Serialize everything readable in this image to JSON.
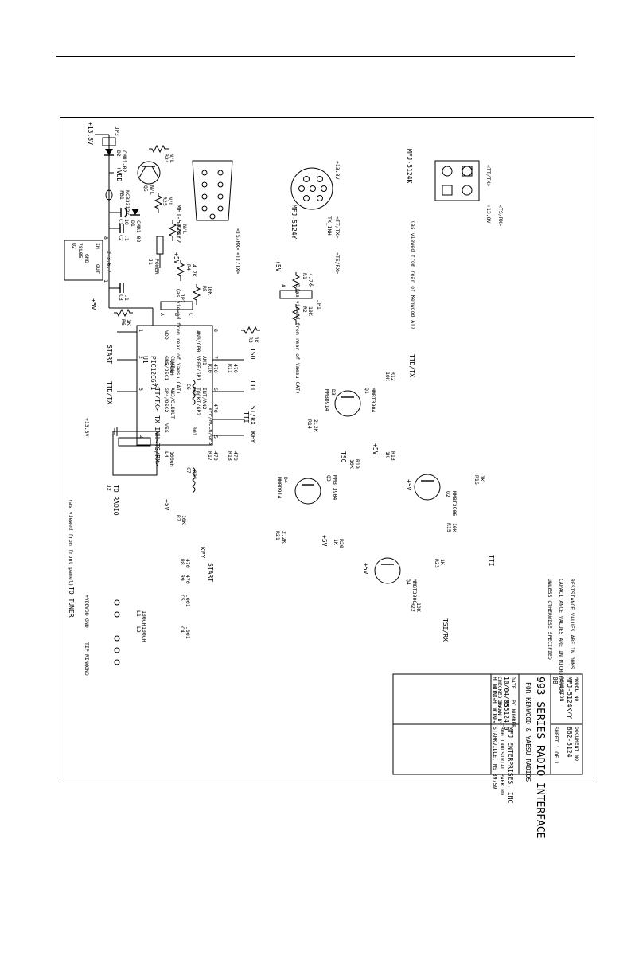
{
  "title_block": {
    "model_no_label": "MODEL NO",
    "model_no": "MFJ-5124K/Y",
    "revision_label": "REVISION",
    "revision": "0B",
    "doc_no_label": "DOCUMENT NO",
    "doc_no": "862-5124",
    "sheet": "SHEET 1 OF 1",
    "title_line1": "993 SERIES RADIO INTERFACE",
    "title_line2": "FOR KENWOOD & YAESU RADIOS",
    "date_label": "DATE",
    "date": "10/04/05",
    "pc_number_label": "PC NUMBER",
    "pc_number": "MS5124_0",
    "checked_label": "CHECKED BY",
    "checked_by": "H WONG",
    "drawn_label": "DRAWN BY",
    "drawn_by": "H WONG",
    "company_line1": "MFJ ENTERPRISES, INC",
    "company_line2": "300 INDUSTRIAL PARK RD",
    "company_line3": "STARKVILLE, MS 39759"
  },
  "notes": [
    "RESISTANCE VALUES ARE IN OHMS",
    "CAPACITANCE VALUES ARE IN MICROFARADS",
    "UNLESS OTHERWISE SPECIFIED"
  ],
  "connectors": {
    "kenwood_title": "MFJ-5124K",
    "kenwood_view": "(as viewed from rear of Kenwood AT)",
    "yaesu_din_title": "MFJ-5124Y",
    "yaesu_din_view": "(as viewed from rear of Yaesu CAT)",
    "yaesu_db9_title": "MFJ-5124Y2",
    "yaesu_db9_view": "(as viewed from rear of Yaesu CAT)",
    "radio_jack": "TO RADIO",
    "radio_jack_ref": "J2",
    "radio_jack_view": "(as viewed from front panel)",
    "power_jack": "POWER",
    "power_jack_ref": "J1"
  },
  "tuner": {
    "header": "TO TUNER",
    "pins": [
      "+VDD",
      "VDD",
      "GND",
      "TIP",
      "RING",
      "GND"
    ]
  },
  "mcu": {
    "ref": "U1",
    "part": "PIC12C671",
    "pin_vdd": "VDD",
    "pin_gp5": "GP5/OSC1",
    "pin_gp5b": "CLKIN",
    "pin_gp4": "GP4/OSC2",
    "pin_gp4b": "AN3/CLKOUT",
    "pin_vss": "VSS",
    "pin_an0": "AN0/GP0",
    "pin_vref": "VREF/GP1",
    "pin_vref_b": "AN1",
    "pin_tock": "TOCKI/GP2",
    "pin_tock_b": "INT/AN2",
    "pin_vpp": "VPP/MCLR/GP3",
    "pin_numbers": [
      "1",
      "2",
      "3",
      "4",
      "5",
      "6",
      "7",
      "8"
    ]
  },
  "regulator": {
    "ref": "U2",
    "part": "78L05",
    "in": "IN",
    "out": "OUT",
    "gnd": "GND",
    "pins": "2,3,6,7",
    "pin_in": "8",
    "pin_out": "1"
  },
  "signals": {
    "tso": "TSO",
    "tti": "TTI",
    "tsi_rx": "TSI/RX",
    "key": "KEY",
    "start": "START",
    "ttd_tx": "TTD/TX",
    "tx_inh": "TX_INH",
    "tt_tx": "<TT/TX>",
    "ts_rx": "<TS/RX>",
    "plus5v": "+5V",
    "plus13v": "+13.8V",
    "plusvdd": "+VDD"
  },
  "parts": {
    "r1": [
      "R1",
      "4.7K"
    ],
    "r2": [
      "R2",
      "10K"
    ],
    "r3": [
      "R3",
      "1K"
    ],
    "r4": [
      "R4",
      "4.7K"
    ],
    "r5": [
      "R5",
      "10K"
    ],
    "r6": [
      "R6",
      "1K"
    ],
    "r7": [
      "R7",
      "10K"
    ],
    "r8": [
      "R8",
      "470"
    ],
    "r9": [
      "R9",
      "470"
    ],
    "r10": [
      "R10",
      "470"
    ],
    "r11": [
      "R11",
      "470"
    ],
    "r12": [
      "R12",
      "10K"
    ],
    "r13": [
      "R13",
      "1K"
    ],
    "r14": [
      "R14",
      "2.2K"
    ],
    "r15": [
      "R15",
      "10K"
    ],
    "r16": [
      "R16",
      "1K"
    ],
    "r17": [
      "R17",
      "470"
    ],
    "r18": [
      "R18",
      "470"
    ],
    "r19": [
      "R19",
      "10K"
    ],
    "r20": [
      "R20",
      "1K"
    ],
    "r21": [
      "R21",
      "2.2K"
    ],
    "r22": [
      "R22",
      "10K"
    ],
    "r23": [
      "R23",
      "1K"
    ],
    "r24": [
      "R24",
      "N/L"
    ],
    "r25": [
      "R25",
      "N/L"
    ],
    "r26": [
      "R26",
      "N/L"
    ],
    "c1": [
      "C1",
      "10"
    ],
    "c2": [
      "C2",
      ".1"
    ],
    "c3": [
      "C3",
      ".1"
    ],
    "c4": [
      "C4",
      ".001"
    ],
    "c5": [
      "C5",
      ".001"
    ],
    "c6": [
      "C6",
      ".001"
    ],
    "c7": [
      "C7",
      ".001"
    ],
    "c8": [
      "",
      ".001"
    ],
    "l1": [
      "L1",
      "100uH"
    ],
    "l2": [
      "L2",
      "100uH"
    ],
    "l3": [
      "L3",
      "100uH"
    ],
    "l4": [
      "L4",
      "100uH"
    ],
    "r470": [
      "",
      "470"
    ],
    "d1": [
      "D1",
      "CMR1-02"
    ],
    "d2": [
      "D2",
      "CMR1-02"
    ],
    "d3": [
      "D3",
      "MMBD914"
    ],
    "d4": [
      "D4",
      "MMBD914"
    ],
    "q1": [
      "Q1",
      "MMBT3904"
    ],
    "q2": [
      "Q2",
      "MMBT3906"
    ],
    "q3": [
      "Q3",
      "MMBT3904"
    ],
    "q4": [
      "Q4",
      "MMBT3906"
    ],
    "q5": [
      "Q5",
      "N/L"
    ],
    "fb1": [
      "FB1",
      "NCB3312K"
    ],
    "jp1": "JP1",
    "jp2": "JP2",
    "jp3": "JP3",
    "jp_abc": [
      "A",
      "B",
      "C"
    ]
  }
}
